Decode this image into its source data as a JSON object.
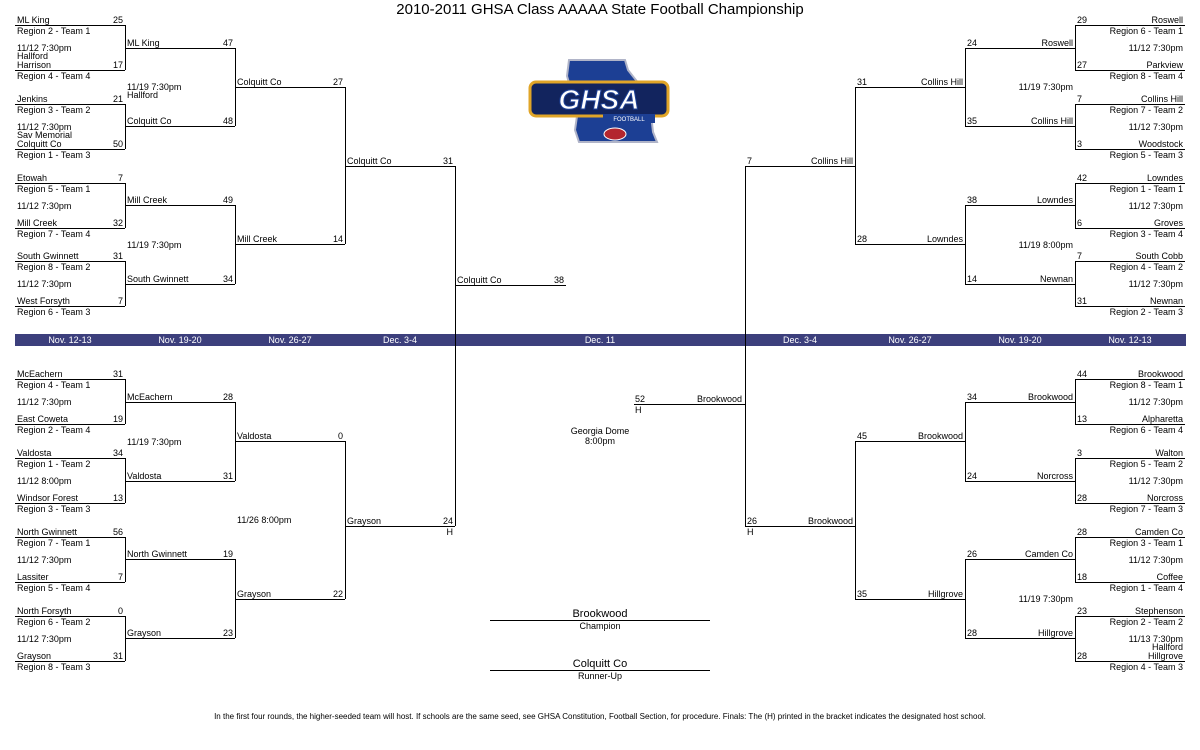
{
  "title": "2010-2011 GHSA Class AAAAA State Football Championship",
  "logo": {
    "text": "GHSA",
    "subtext": "FOOTBALL"
  },
  "colors": {
    "band": "#3c3f7c",
    "logo_blue": "#1c3f94",
    "logo_gold": "#e0a528",
    "logo_red": "#b3262e"
  },
  "rounds_left": [
    "Nov. 12-13",
    "Nov. 19-20",
    "Nov. 26-27",
    "Dec. 3-4"
  ],
  "final_round": "Dec. 11",
  "rounds_right": [
    "Dec. 3-4",
    "Nov. 26-27",
    "Nov. 19-20",
    "Nov. 12-13"
  ],
  "left_top": {
    "r1": [
      {
        "t1": "ML King",
        "s1": "25",
        "d1": "Region 2 - Team 1",
        "t2": "Harrison",
        "s2": "17",
        "d2": "Region 4 - Team 4",
        "info": "11/12 7:30pm",
        "venue": "Hallford"
      },
      {
        "t1": "Jenkins",
        "s1": "21",
        "d1": "Region 3 - Team 2",
        "t2": "Colquitt Co",
        "s2": "50",
        "d2": "Region 1 - Team 3",
        "info": "11/12 7:30pm",
        "venue": "Sav Memorial"
      },
      {
        "t1": "Etowah",
        "s1": "7",
        "d1": "Region 5 - Team 1",
        "t2": "Mill Creek",
        "s2": "32",
        "d2": "Region 7 - Team 4",
        "info": "11/12 7:30pm",
        "venue": ""
      },
      {
        "t1": "South Gwinnett",
        "s1": "31",
        "d1": "Region 8 - Team 2",
        "t2": "West Forsyth",
        "s2": "7",
        "d2": "Region 6 - Team 3",
        "info": "11/12 7:30pm",
        "venue": ""
      }
    ],
    "r2": [
      {
        "t1": "ML King",
        "s1": "47",
        "t2": "Colquitt Co",
        "s2": "48",
        "info": "11/19 7:30pm",
        "venue": "Hallford"
      },
      {
        "t1": "Mill Creek",
        "s1": "49",
        "t2": "South Gwinnett",
        "s2": "34",
        "info": "11/19 7:30pm",
        "venue": ""
      }
    ],
    "r3": {
      "t1": "Colquitt Co",
      "s1": "27",
      "t2": "Mill Creek",
      "s2": "14"
    },
    "r4": {
      "team": "Colquitt Co",
      "score": "31"
    }
  },
  "left_bottom": {
    "r1": [
      {
        "t1": "McEachern",
        "s1": "31",
        "d1": "Region 4 - Team 1",
        "t2": "East Coweta",
        "s2": "19",
        "d2": "Region 2 - Team 4",
        "info": "11/12 7:30pm",
        "venue": ""
      },
      {
        "t1": "Valdosta",
        "s1": "34",
        "d1": "Region 1 - Team 2",
        "t2": "Windsor Forest",
        "s2": "13",
        "d2": "Region 3 - Team 3",
        "info": "11/12 8:00pm",
        "venue": ""
      },
      {
        "t1": "North Gwinnett",
        "s1": "56",
        "d1": "Region 7 - Team 1",
        "t2": "Lassiter",
        "s2": "7",
        "d2": "Region 5 - Team 4",
        "info": "11/12 7:30pm",
        "venue": ""
      },
      {
        "t1": "North Forsyth",
        "s1": "0",
        "d1": "Region 6 - Team 2",
        "t2": "Grayson",
        "s2": "31",
        "d2": "Region 8 - Team 3",
        "info": "11/12 7:30pm",
        "venue": ""
      }
    ],
    "r2": [
      {
        "t1": "McEachern",
        "s1": "28",
        "t2": "Valdosta",
        "s2": "31",
        "info": "11/19 7:30pm",
        "venue": ""
      },
      {
        "t1": "North Gwinnett",
        "s1": "19",
        "t2": "Grayson",
        "s2": "23",
        "info": "",
        "venue": ""
      }
    ],
    "r3": {
      "t1": "Valdosta",
      "s1": "0",
      "t2": "Grayson",
      "s2": "22",
      "info": "11/26 8:00pm"
    },
    "r4": {
      "team": "Grayson",
      "score": "24",
      "host": "H"
    }
  },
  "right_top": {
    "r1": [
      {
        "t1": "Roswell",
        "s1": "29",
        "d1": "Region 6 - Team 1",
        "t2": "Parkview",
        "s2": "27",
        "d2": "Region 8 - Team 4",
        "info": "11/12 7:30pm",
        "venue": ""
      },
      {
        "t1": "Collins Hill",
        "s1": "7",
        "d1": "Region 7 - Team 2",
        "t2": "Woodstock",
        "s2": "3",
        "d2": "Region 5 - Team 3",
        "info": "11/12 7:30pm",
        "venue": ""
      },
      {
        "t1": "Lowndes",
        "s1": "42",
        "d1": "Region 1 - Team 1",
        "t2": "Groves",
        "s2": "6",
        "d2": "Region 3 - Team 4",
        "info": "11/12 7:30pm",
        "venue": ""
      },
      {
        "t1": "South Cobb",
        "s1": "7",
        "d1": "Region 4 - Team 2",
        "t2": "Newnan",
        "s2": "31",
        "d2": "Region 2 - Team 3",
        "info": "11/12 7:30pm",
        "venue": ""
      }
    ],
    "r2": [
      {
        "t1": "Roswell",
        "s1": "24",
        "t2": "Collins Hill",
        "s2": "35",
        "info": "11/19 7:30pm",
        "venue": ""
      },
      {
        "t1": "Lowndes",
        "s1": "38",
        "t2": "Newnan",
        "s2": "14",
        "info": "11/19 8:00pm",
        "venue": ""
      }
    ],
    "r3": {
      "t1": "Collins Hill",
      "s1": "31",
      "t2": "Lowndes",
      "s2": "28"
    },
    "r4": {
      "team": "Collins Hill",
      "score": "7"
    }
  },
  "right_bottom": {
    "r1": [
      {
        "t1": "Brookwood",
        "s1": "44",
        "d1": "Region 8 - Team 1",
        "t2": "Alpharetta",
        "s2": "13",
        "d2": "Region 6 - Team 4",
        "info": "11/12 7:30pm",
        "venue": ""
      },
      {
        "t1": "Walton",
        "s1": "3",
        "d1": "Region 5 - Team 2",
        "t2": "Norcross",
        "s2": "28",
        "d2": "Region 7 - Team 3",
        "info": "11/12 7:30pm",
        "venue": ""
      },
      {
        "t1": "Camden Co",
        "s1": "28",
        "d1": "Region 3 - Team 1",
        "t2": "Coffee",
        "s2": "18",
        "d2": "Region 1 - Team 4",
        "info": "11/12 7:30pm",
        "venue": ""
      },
      {
        "t1": "Stephenson",
        "s1": "23",
        "d1": "Region 2 - Team 2",
        "t2": "Hillgrove",
        "s2": "28",
        "d2": "Region 4 - Team 3",
        "info": "11/13 7:30pm",
        "venue": "Hallford"
      }
    ],
    "r2": [
      {
        "t1": "Brookwood",
        "s1": "34",
        "t2": "Norcross",
        "s2": "24",
        "info": "",
        "venue": ""
      },
      {
        "t1": "Camden Co",
        "s1": "26",
        "t2": "Hillgrove",
        "s2": "28",
        "info": "11/19 7:30pm",
        "venue": ""
      }
    ],
    "r3": {
      "t1": "Brookwood",
      "s1": "45",
      "t2": "Hillgrove",
      "s2": "35"
    },
    "r4": {
      "team": "Brookwood",
      "score": "26",
      "host": "H"
    }
  },
  "final": {
    "left": {
      "team": "Colquitt Co",
      "score": "38"
    },
    "right": {
      "team": "Brookwood",
      "score": "52",
      "host": "H"
    },
    "venue": "Georgia Dome",
    "time": "8:00pm"
  },
  "champion": {
    "name": "Brookwood",
    "label": "Champion"
  },
  "runner_up": {
    "name": "Colquitt Co",
    "label": "Runner-Up"
  },
  "footnote": "In the first four rounds, the higher-seeded team will host.  If schools are the same seed, see GHSA Constitution, Football Section, for procedure.  Finals: The (H) printed in the bracket indicates the designated host school."
}
